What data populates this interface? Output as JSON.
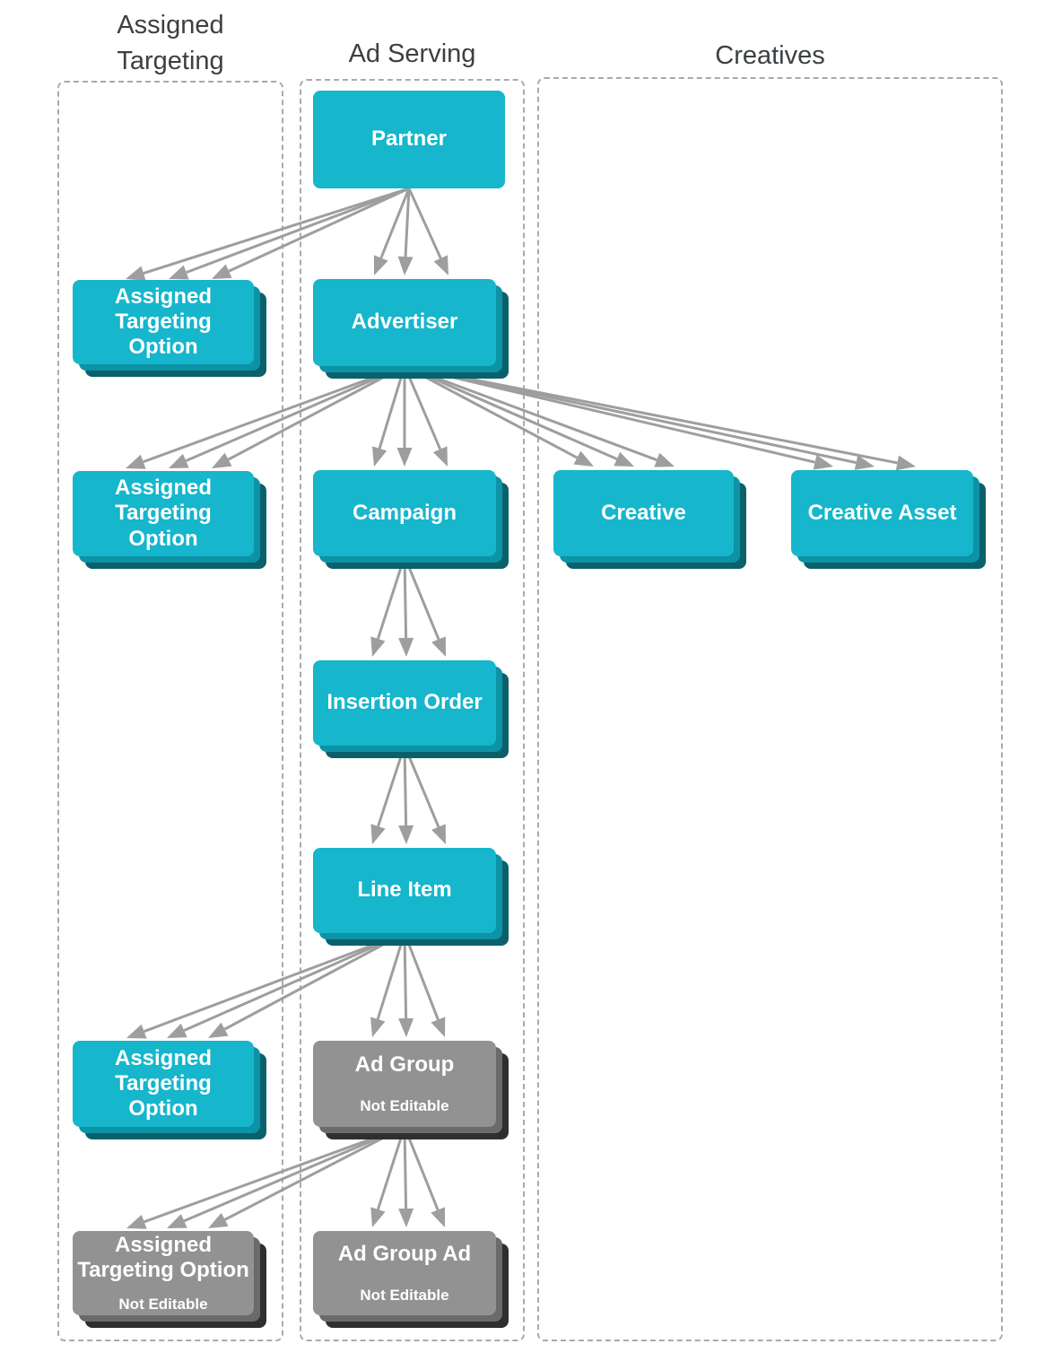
{
  "columns": {
    "assigned_targeting": {
      "title": "Assigned\nTargeting"
    },
    "ad_serving": {
      "title": "Ad Serving"
    },
    "creatives": {
      "title": "Creatives"
    }
  },
  "nodes": {
    "partner": {
      "label": "Partner"
    },
    "ato_partner": {
      "label": "Assigned\nTargeting\nOption"
    },
    "advertiser": {
      "label": "Advertiser"
    },
    "ato_advertiser": {
      "label": "Assigned\nTargeting\nOption"
    },
    "campaign": {
      "label": "Campaign"
    },
    "creative": {
      "label": "Creative"
    },
    "creative_asset": {
      "label": "Creative Asset"
    },
    "insertion_order": {
      "label": "Insertion Order"
    },
    "line_item": {
      "label": "Line Item"
    },
    "ato_line_item": {
      "label": "Assigned\nTargeting\nOption"
    },
    "ad_group": {
      "label": "Ad Group",
      "sublabel": "Not Editable"
    },
    "ato_ad_group": {
      "label": "Assigned\nTargeting Option",
      "sublabel": "Not Editable"
    },
    "ad_group_ad": {
      "label": "Ad Group Ad",
      "sublabel": "Not Editable"
    }
  },
  "hierarchy": [
    {
      "from": "partner",
      "to": "ato_partner"
    },
    {
      "from": "partner",
      "to": "advertiser"
    },
    {
      "from": "advertiser",
      "to": "ato_advertiser"
    },
    {
      "from": "advertiser",
      "to": "campaign"
    },
    {
      "from": "advertiser",
      "to": "creative"
    },
    {
      "from": "advertiser",
      "to": "creative_asset"
    },
    {
      "from": "campaign",
      "to": "insertion_order"
    },
    {
      "from": "insertion_order",
      "to": "line_item"
    },
    {
      "from": "line_item",
      "to": "ato_line_item"
    },
    {
      "from": "line_item",
      "to": "ad_group"
    },
    {
      "from": "ad_group",
      "to": "ato_ad_group"
    },
    {
      "from": "ad_group",
      "to": "ad_group_ad"
    }
  ],
  "colors": {
    "teal": "#16b6cc",
    "teal-mid": "#0d93a6",
    "teal-dark": "#0a616c",
    "gray": "#929292",
    "gray-mid": "#6a6a6a",
    "gray-dark": "#2f2f2f",
    "arrow": "#9e9e9e",
    "header": "#3c4043",
    "dash": "#aaaaaa",
    "label": "#ffffff"
  }
}
